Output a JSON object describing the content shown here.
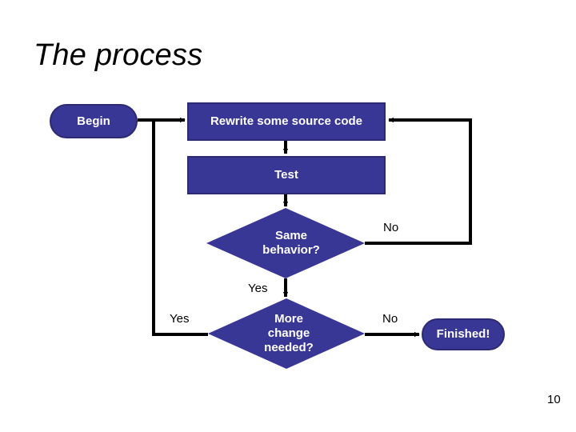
{
  "slide": {
    "title": "The process",
    "page_number": "10",
    "background_color": "#ffffff"
  },
  "theme": {
    "node_fill": "#393795",
    "node_border": "#2b2a72",
    "node_text": "#ffffff",
    "line_color": "#000000",
    "title_color": "#000000"
  },
  "flowchart": {
    "type": "flowchart",
    "nodes": [
      {
        "id": "begin",
        "label": "Begin",
        "shape": "rounded-rectangle"
      },
      {
        "id": "rewrite",
        "label": "Rewrite some source code",
        "shape": "rectangle"
      },
      {
        "id": "test",
        "label": "Test",
        "shape": "rectangle"
      },
      {
        "id": "same-behavior",
        "label": "Same behavior?",
        "shape": "diamond"
      },
      {
        "id": "more-change",
        "label": "More change needed?",
        "shape": "diamond"
      },
      {
        "id": "finished",
        "label": "Finished!",
        "shape": "rounded-rectangle"
      }
    ],
    "node_labels": {
      "begin": "Begin",
      "rewrite": "Rewrite some source code",
      "test": "Test",
      "same_behavior_line1": "Same",
      "same_behavior_line2": "behavior?",
      "more_change_line1": "More",
      "more_change_line2": "change",
      "more_change_line3": "needed?",
      "finished": "Finished!"
    },
    "edges": [
      {
        "from": "begin",
        "to": "rewrite",
        "label": ""
      },
      {
        "from": "rewrite",
        "to": "test",
        "label": ""
      },
      {
        "from": "test",
        "to": "same-behavior",
        "label": ""
      },
      {
        "from": "same-behavior",
        "to": "rewrite",
        "label": "No"
      },
      {
        "from": "same-behavior",
        "to": "more-change",
        "label": "Yes"
      },
      {
        "from": "more-change",
        "to": "rewrite",
        "label": "Yes"
      },
      {
        "from": "more-change",
        "to": "finished",
        "label": "No"
      }
    ],
    "edge_labels": {
      "no_same_behavior": "No",
      "yes_same_behavior": "Yes",
      "yes_more_change": "Yes",
      "no_more_change": "No"
    }
  }
}
